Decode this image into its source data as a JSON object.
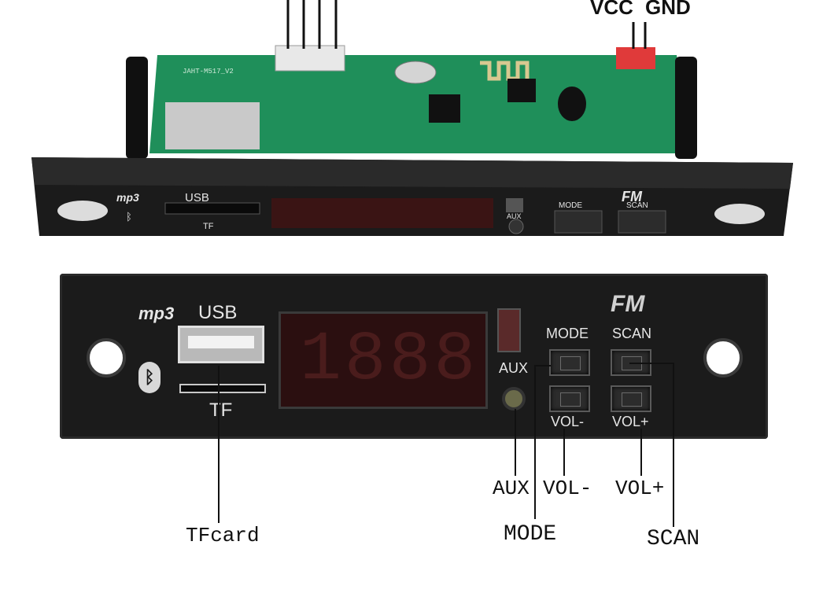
{
  "top_board": {
    "label_vcc": "VCC",
    "label_gnd": "GND",
    "silk_model": "JAHT-M517_V2",
    "face": {
      "brand": "mp3",
      "usb": "USB",
      "tf": "TF",
      "aux": "AUX",
      "mode": "MODE",
      "scan": "SCAN",
      "fm": "FM"
    }
  },
  "front_panel": {
    "brand": "mp3",
    "usb": "USB",
    "tf": "TF",
    "aux": "AUX",
    "mode": "MODE",
    "scan": "SCAN",
    "vol_minus": "VOL-",
    "vol_plus": "VOL+",
    "fm": "FM",
    "display_digits": "1888"
  },
  "callouts": {
    "tfcard": "TFcard",
    "aux": "AUX",
    "vol_minus": "VOL-",
    "vol_plus": "VOL+",
    "mode": "MODE",
    "scan": "SCAN"
  },
  "colors": {
    "pcb": "#1f8f5a",
    "panel": "#1b1b1b",
    "display_off": "#3a1414",
    "connector_red": "#e03a3a",
    "connector_white": "#e8e8e8"
  },
  "icons": [
    "bluetooth-icon",
    "usb-port",
    "tf-slot",
    "aux-jack"
  ]
}
